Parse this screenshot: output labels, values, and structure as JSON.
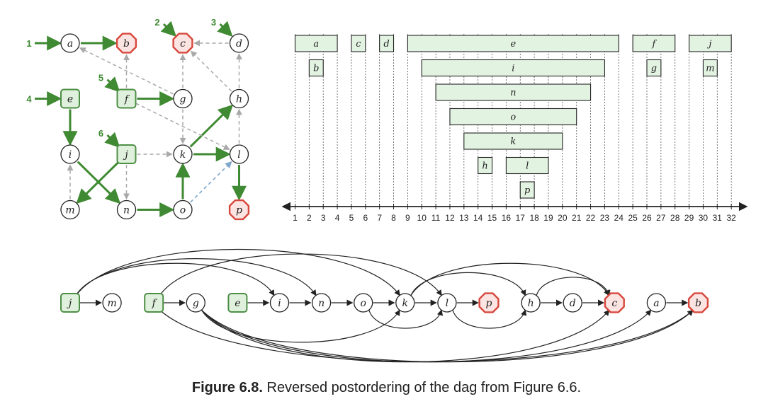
{
  "caption": {
    "bold": "Figure 6.8.",
    "text": " Reversed postordering of the dag from Figure 6.6."
  },
  "colors": {
    "tree_edge": "#3f8a32",
    "dashed_edge": "#a9a9a9",
    "blue_edge": "#7fa7cc",
    "source_fill": "#dff0dc",
    "source_stroke": "#4d8f45",
    "sink_fill": "#fbe4e2",
    "sink_stroke": "#d8473c",
    "interval_fill": "#e3f3e2",
    "ink": "#222222"
  },
  "dag": {
    "nodes": [
      {
        "id": "a",
        "label": "a",
        "type": "normal"
      },
      {
        "id": "b",
        "label": "b",
        "type": "sink"
      },
      {
        "id": "c",
        "label": "c",
        "type": "sink"
      },
      {
        "id": "d",
        "label": "d",
        "type": "normal"
      },
      {
        "id": "e",
        "label": "e",
        "type": "source"
      },
      {
        "id": "f",
        "label": "f",
        "type": "source"
      },
      {
        "id": "g",
        "label": "g",
        "type": "normal"
      },
      {
        "id": "h",
        "label": "h",
        "type": "normal"
      },
      {
        "id": "i",
        "label": "i",
        "type": "normal"
      },
      {
        "id": "j",
        "label": "j",
        "type": "source"
      },
      {
        "id": "k",
        "label": "k",
        "type": "normal"
      },
      {
        "id": "l",
        "label": "l",
        "type": "normal"
      },
      {
        "id": "m",
        "label": "m",
        "type": "normal"
      },
      {
        "id": "n",
        "label": "n",
        "type": "normal"
      },
      {
        "id": "o",
        "label": "o",
        "type": "normal"
      },
      {
        "id": "p",
        "label": "p",
        "type": "sink"
      }
    ],
    "start_arrows": [
      {
        "label": "1",
        "target": "a"
      },
      {
        "label": "2",
        "target": "c"
      },
      {
        "label": "3",
        "target": "d"
      },
      {
        "label": "4",
        "target": "e"
      },
      {
        "label": "5",
        "target": "f"
      },
      {
        "label": "6",
        "target": "j"
      }
    ],
    "edges": [
      {
        "from": "a",
        "to": "b",
        "style": "tree"
      },
      {
        "from": "e",
        "to": "i",
        "style": "tree"
      },
      {
        "from": "f",
        "to": "g",
        "style": "tree"
      },
      {
        "from": "i",
        "to": "n",
        "style": "tree"
      },
      {
        "from": "j",
        "to": "m",
        "style": "tree"
      },
      {
        "from": "n",
        "to": "o",
        "style": "tree"
      },
      {
        "from": "o",
        "to": "k",
        "style": "tree"
      },
      {
        "from": "k",
        "to": "h",
        "style": "tree"
      },
      {
        "from": "k",
        "to": "l",
        "style": "tree"
      },
      {
        "from": "l",
        "to": "p",
        "style": "tree"
      },
      {
        "from": "f",
        "to": "b",
        "style": "dashed"
      },
      {
        "from": "g",
        "to": "a",
        "style": "dashed"
      },
      {
        "from": "g",
        "to": "c",
        "style": "dashed"
      },
      {
        "from": "d",
        "to": "c",
        "style": "dashed"
      },
      {
        "from": "h",
        "to": "c",
        "style": "dashed"
      },
      {
        "from": "h",
        "to": "d",
        "style": "dashed"
      },
      {
        "from": "g",
        "to": "k",
        "style": "dashed"
      },
      {
        "from": "f",
        "to": "l",
        "style": "dashed"
      },
      {
        "from": "j",
        "to": "k",
        "style": "dashed"
      },
      {
        "from": "j",
        "to": "n",
        "style": "dashed"
      },
      {
        "from": "m",
        "to": "i",
        "style": "dashed"
      },
      {
        "from": "l",
        "to": "h",
        "style": "dashed"
      },
      {
        "from": "o",
        "to": "l",
        "style": "blue"
      }
    ]
  },
  "timeline": {
    "ticks": [
      "1",
      "2",
      "3",
      "4",
      "5",
      "6",
      "7",
      "8",
      "9",
      "10",
      "11",
      "12",
      "13",
      "14",
      "15",
      "16",
      "17",
      "18",
      "19",
      "20",
      "21",
      "22",
      "23",
      "24",
      "25",
      "26",
      "27",
      "28",
      "29",
      "30",
      "31",
      "32"
    ],
    "intervals": [
      {
        "label": "a",
        "start": 1,
        "end": 4,
        "type": "root"
      },
      {
        "label": "b",
        "start": 2,
        "end": 3,
        "type": "plain"
      },
      {
        "label": "c",
        "start": 5,
        "end": 6,
        "type": "root"
      },
      {
        "label": "d",
        "start": 7,
        "end": 8,
        "type": "root"
      },
      {
        "label": "e",
        "start": 9,
        "end": 24,
        "type": "root"
      },
      {
        "label": "i",
        "start": 10,
        "end": 23,
        "type": "root"
      },
      {
        "label": "n",
        "start": 11,
        "end": 22,
        "type": "root"
      },
      {
        "label": "o",
        "start": 12,
        "end": 21,
        "type": "root"
      },
      {
        "label": "k",
        "start": 13,
        "end": 20,
        "type": "root"
      },
      {
        "label": "h",
        "start": 14,
        "end": 15,
        "type": "plain"
      },
      {
        "label": "l",
        "start": 16,
        "end": 19,
        "type": "plain"
      },
      {
        "label": "p",
        "start": 17,
        "end": 18,
        "type": "plain"
      },
      {
        "label": "f",
        "start": 25,
        "end": 28,
        "type": "root"
      },
      {
        "label": "g",
        "start": 26,
        "end": 27,
        "type": "plain"
      },
      {
        "label": "j",
        "start": 29,
        "end": 32,
        "type": "root"
      },
      {
        "label": "m",
        "start": 30,
        "end": 31,
        "type": "plain"
      }
    ]
  },
  "ordering": {
    "sequence": [
      {
        "id": "j",
        "label": "j",
        "type": "source"
      },
      {
        "id": "m",
        "label": "m",
        "type": "normal"
      },
      {
        "id": "f",
        "label": "f",
        "type": "source"
      },
      {
        "id": "g",
        "label": "g",
        "type": "normal"
      },
      {
        "id": "e",
        "label": "e",
        "type": "source"
      },
      {
        "id": "i",
        "label": "i",
        "type": "normal"
      },
      {
        "id": "n",
        "label": "n",
        "type": "normal"
      },
      {
        "id": "o",
        "label": "o",
        "type": "normal"
      },
      {
        "id": "k",
        "label": "k",
        "type": "normal"
      },
      {
        "id": "l",
        "label": "l",
        "type": "normal"
      },
      {
        "id": "p",
        "label": "p",
        "type": "sink"
      },
      {
        "id": "h",
        "label": "h",
        "type": "normal"
      },
      {
        "id": "d",
        "label": "d",
        "type": "normal"
      },
      {
        "id": "c",
        "label": "c",
        "type": "sink"
      },
      {
        "id": "a",
        "label": "a",
        "type": "normal"
      },
      {
        "id": "b",
        "label": "b",
        "type": "sink"
      }
    ],
    "straight_edges": [
      [
        "j",
        "m"
      ],
      [
        "f",
        "g"
      ],
      [
        "e",
        "i"
      ],
      [
        "i",
        "n"
      ],
      [
        "n",
        "o"
      ],
      [
        "o",
        "k"
      ],
      [
        "k",
        "l"
      ],
      [
        "l",
        "p"
      ],
      [
        "h",
        "d"
      ],
      [
        "d",
        "c"
      ],
      [
        "a",
        "b"
      ]
    ],
    "arcs": [
      {
        "from": "j",
        "to": "i",
        "side": "above"
      },
      {
        "from": "j",
        "to": "n",
        "side": "above"
      },
      {
        "from": "j",
        "to": "k",
        "side": "above"
      },
      {
        "from": "f",
        "to": "l",
        "side": "above"
      },
      {
        "from": "k",
        "to": "h",
        "side": "above"
      },
      {
        "from": "l",
        "to": "h",
        "side": "below"
      },
      {
        "from": "h",
        "to": "c",
        "side": "above"
      },
      {
        "from": "k",
        "to": "c",
        "side": "above"
      },
      {
        "from": "g",
        "to": "k",
        "side": "below"
      },
      {
        "from": "o",
        "to": "l",
        "side": "below"
      },
      {
        "from": "g",
        "to": "c",
        "side": "below"
      },
      {
        "from": "g",
        "to": "a",
        "side": "below"
      },
      {
        "from": "g",
        "to": "b",
        "side": "below"
      },
      {
        "from": "f",
        "to": "b",
        "side": "below"
      }
    ]
  }
}
